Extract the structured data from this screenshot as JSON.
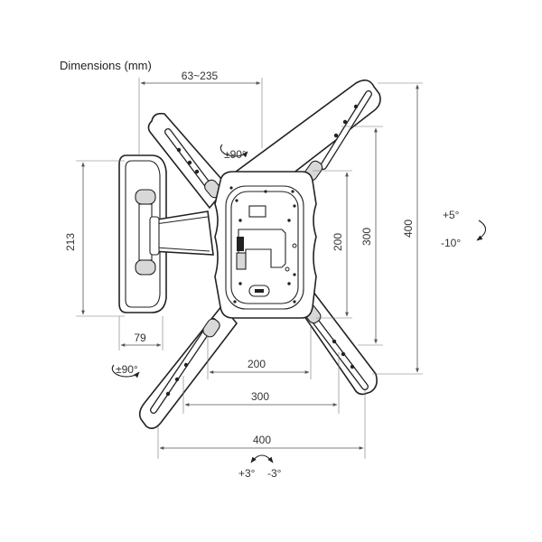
{
  "title": "Dimensions (mm)",
  "dimensions": {
    "arm_reach": "63~235",
    "wall_plate_height": "213",
    "wall_plate_width": "79",
    "vesa_200_h": "200",
    "vesa_300_h": "300",
    "vesa_400_h": "400",
    "vesa_200_v": "200",
    "vesa_300_v": "300",
    "vesa_400_v": "400"
  },
  "rotations": {
    "swivel_top": "±90°",
    "swivel_bottom": "±90°",
    "tilt_up": "+5°",
    "tilt_down": "-10°",
    "level_plus": "+3°",
    "level_minus": "-3°"
  },
  "colors": {
    "line": "#222222",
    "dimension": "#555555",
    "background": "#ffffff"
  }
}
